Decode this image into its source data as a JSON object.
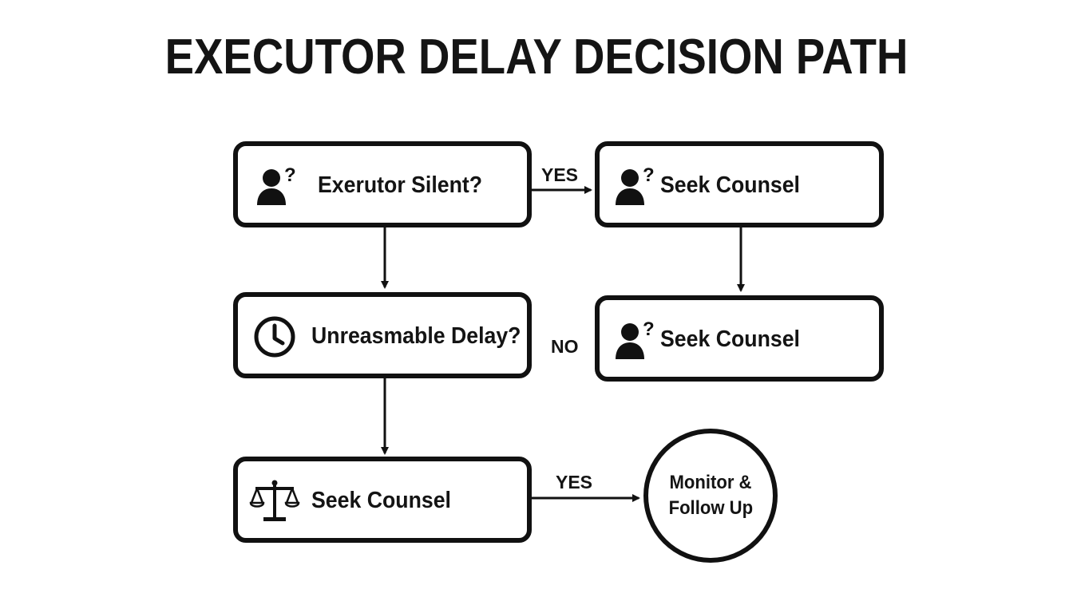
{
  "title": "EXECUTOR DELAY DECISION PATH",
  "nodes": {
    "executor_silent": {
      "label": "Exerutor Silent?",
      "icon": "person-question-icon"
    },
    "seek_counsel_top": {
      "label": "Seek Counsel",
      "icon": "person-question-icon"
    },
    "unreasonable_delay": {
      "label": "Unreasmable Delay?",
      "icon": "clock-icon"
    },
    "seek_counsel_mid": {
      "label": "Seek Counsel",
      "icon": "person-question-icon"
    },
    "seek_counsel_bottom": {
      "label": "Seek Counsel",
      "icon": "scales-icon"
    },
    "monitor": {
      "line1": "Monitor &",
      "line2": "Follow Up"
    }
  },
  "edges": {
    "silent_to_counsel": "YES",
    "delay_no": "NO",
    "counsel_to_monitor": "YES"
  }
}
